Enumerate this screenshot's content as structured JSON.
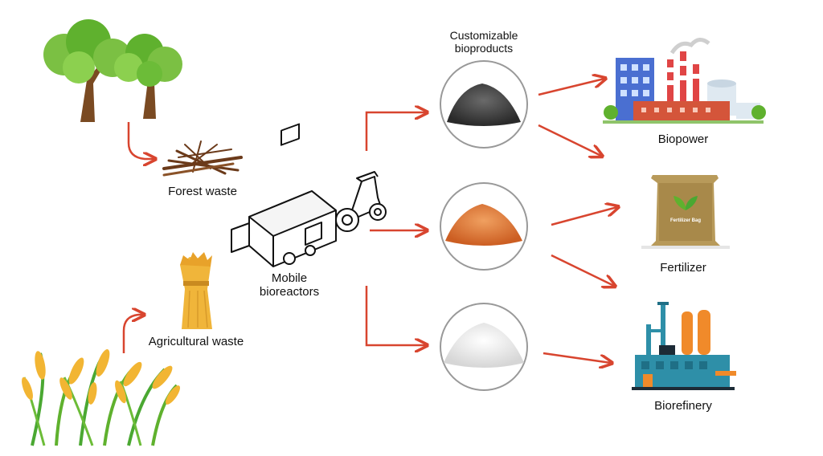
{
  "labels": {
    "customizable_line1": "Customizable",
    "customizable_line2": "bioproducts",
    "forest_waste": "Forest waste",
    "mobile_line1": "Mobile",
    "mobile_line2": "bioreactors",
    "agricultural_waste": "Agricultural waste",
    "biopower": "Biopower",
    "fertilizer": "Fertilizer",
    "biorefinery": "Biorefinery",
    "bag_text": "Fertilizer Bag"
  },
  "colors": {
    "arrow": "#d8452f",
    "tree_green": "#5fb12e",
    "trunk": "#7a4a22",
    "powder_black": "#3d3d3d",
    "powder_orange": "#e07a3c",
    "powder_white": "#ececec",
    "wheat": "#f0b53a",
    "factory_brick": "#d4553a",
    "bag": "#b89a5a",
    "refinery_teal": "#2e8fa8",
    "refinery_orange": "#f08a2a"
  },
  "icons": [
    "trees-icon",
    "branches-icon",
    "wheat-sheaf-icon",
    "rice-plants-icon",
    "mobile-bioreactor-icon",
    "black-powder-icon",
    "orange-powder-icon",
    "white-powder-icon",
    "power-plant-icon",
    "fertilizer-bag-icon",
    "biorefinery-icon"
  ]
}
